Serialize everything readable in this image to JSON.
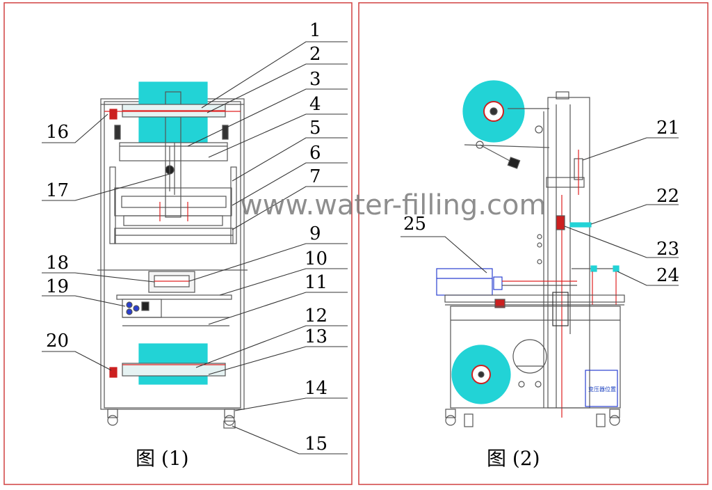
{
  "figures": [
    {
      "caption": "图 (1)"
    },
    {
      "caption": "图 (2)"
    }
  ],
  "watermark": "www.water-filling.com",
  "transformer_label": "变压器位置",
  "callouts_fig1": [
    "1",
    "2",
    "3",
    "4",
    "5",
    "6",
    "7",
    "9",
    "10",
    "11",
    "12",
    "13",
    "14",
    "15",
    "16",
    "17",
    "18",
    "19",
    "20"
  ],
  "callouts_fig2": [
    "21",
    "22",
    "23",
    "24",
    "25"
  ],
  "colors": {
    "frame_border": "#d04040",
    "film_roll": "#22d3d6",
    "line": "#555555",
    "red_line": "#e02020",
    "blue_line": "#2a3fd0"
  }
}
